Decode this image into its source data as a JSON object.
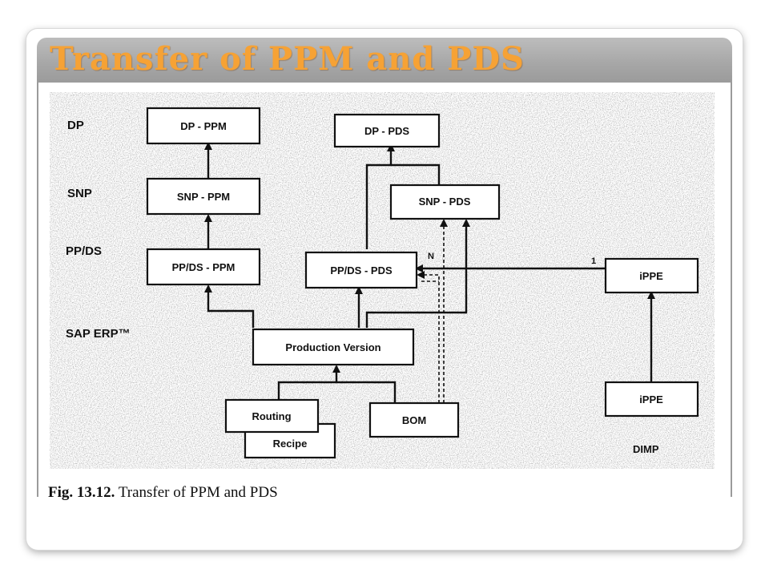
{
  "slide": {
    "title": "Transfer of PPM and PDS"
  },
  "diagram": {
    "levels": {
      "dp": "DP",
      "snp": "SNP",
      "ppds": "PP/DS",
      "erp": "SAP ERP™",
      "dimp": "DIMP"
    },
    "boxes": {
      "dp_ppm": "DP - PPM",
      "dp_pds": "DP - PDS",
      "snp_ppm": "SNP - PPM",
      "snp_pds": "SNP - PDS",
      "ppds_ppm": "PP/DS - PPM",
      "ppds_pds": "PP/DS - PDS",
      "ippe_top": "iPPE",
      "production_version": "Production Version",
      "routing": "Routing",
      "recipe": "Recipe",
      "bom": "BOM",
      "ippe_bottom": "iPPE"
    },
    "marks": {
      "n": "N",
      "one": "1"
    }
  },
  "caption": {
    "number": "Fig. 13.12.",
    "text": "Transfer of PPM and PDS"
  }
}
